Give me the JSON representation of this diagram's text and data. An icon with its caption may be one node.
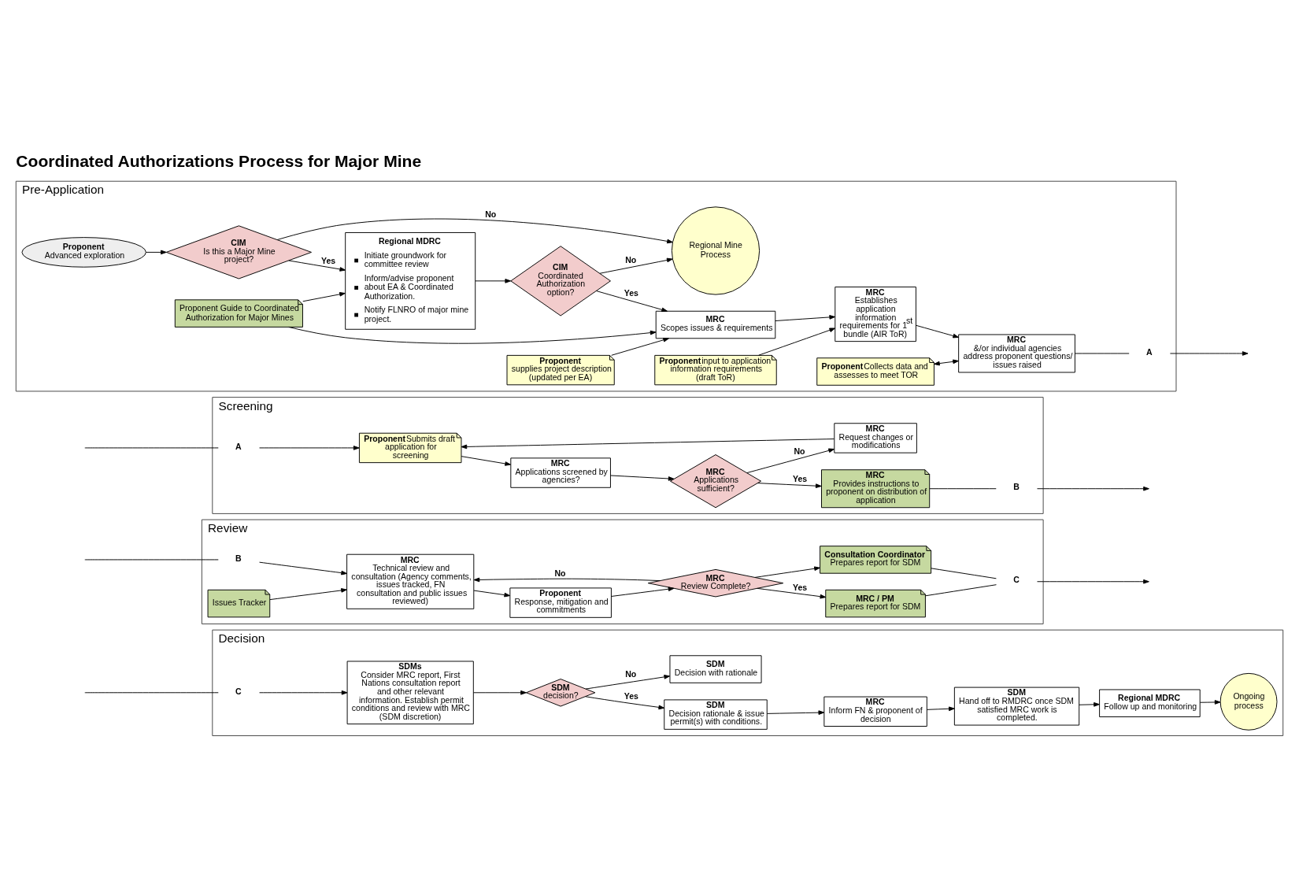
{
  "diagram": {
    "title": "Coordinated Authorizations Process for Major Mine",
    "nodes": [
      {
        "text": [
          "Pre-Application"
        ]
      },
      {
        "text": [
          "Proponent",
          "Advanced exploration"
        ],
        "in": 0
      },
      {
        "text": [
          "CIM",
          "Is this a Major Mine project?"
        ],
        "in": 0
      },
      {
        "text": [
          "Regional Mine Process"
        ],
        "in": 0
      },
      {
        "text": [
          "Regional MDRC",
          "Initiate groundwork for committee review",
          "Inform/advise proponent about EA & Coordinated Authorization.",
          "Notify FLNRO of major mine project."
        ],
        "in": 0
      },
      {
        "text": [
          "Proponent Guide to Coordinated Authorization for Major Mines"
        ],
        "in": 0
      },
      {
        "text": [
          "CIM",
          "Coordinated Authorization option?"
        ],
        "in": 0
      },
      {
        "text": [
          "Proponent",
          "supplies project description (updated per EA)"
        ],
        "in": 0
      },
      {
        "text": [
          "MRC",
          "Scopes issues & requirements"
        ],
        "in": 0
      },
      {
        "text": [
          "MRC",
          "Establishes application information requirements for 1$^{st}$ bundle (AIR ToR)"
        ],
        "in": 0
      },
      {
        "text": [
          "Proponent",
          "input to application information requirements (draft ToR)"
        ],
        "in": 0
      },
      {
        "text": [
          "MRC",
          "&/or individual agencies address proponent questions/ issues raised"
        ],
        "in": 0
      },
      {
        "text": [
          "Proponent",
          "Collects data and assesses to meet TOR"
        ],
        "in": 0
      },
      {
        "text": [
          "A"
        ],
        "in": 0
      },
      {
        "text": [
          "Screening"
        ]
      },
      {
        "text": [
          "A"
        ],
        "in": 14
      },
      {
        "text": [
          "Proponent",
          "Submits draft application for screening"
        ],
        "in": 14
      },
      {
        "text": [
          "MRC",
          "Applications screened by agencies?"
        ],
        "in": 14
      },
      {
        "text": [
          "MRC",
          "Applications sufficient?"
        ],
        "in": 14
      },
      {
        "text": [
          "MRC",
          "Provides instructions to proponent on distribution of application"
        ],
        "in": 14
      },
      {
        "text": [
          "MRC",
          "Request changes or modifications"
        ],
        "in": 14
      },
      {
        "text": [
          "B"
        ],
        "in": 14
      },
      {
        "text": [
          "Review"
        ]
      },
      {
        "text": [
          "B"
        ],
        "in": 22
      },
      {
        "text": [
          "MRC",
          "Technical review and consultation (Agency comments, issues tracked, FN consultation and public issues reviewed)"
        ],
        "in": 22
      },
      {
        "text": [
          "Issues Tracker"
        ],
        "in": 22
      },
      {
        "text": [
          "Proponent",
          "Response, mitigation and commitments"
        ],
        "in": 22
      },
      {
        "text": [
          "MRC",
          "Review Complete?"
        ],
        "in": 22
      },
      {
        "text": [
          "MRC / PM",
          "Prepares report for SDM"
        ],
        "in": 22
      },
      {
        "text": [
          "Consultation Coordinator",
          "Prepares report for SDM"
        ],
        "in": 22
      },
      {
        "text": [
          "C"
        ],
        "in": 22
      },
      {
        "text": [
          "Decision"
        ]
      },
      {
        "text": [
          "C"
        ],
        "in": 31
      },
      {
        "text": [
          "SDMs",
          "Consider MRC report, First Nations consultation report and other relevant information. Establish permit conditions and review with MRC (SDM discretion)"
        ],
        "in": 31
      },
      {
        "text": [
          "SDM",
          "decision?"
        ],
        "in": 31
      },
      {
        "text": [
          "SDM",
          "Decision rationale & issue permit(s) with conditions."
        ],
        "in": 31
      },
      {
        "text": [
          "SDM",
          "Decision with rationale"
        ],
        "in": 31
      },
      {
        "text": [
          "MRC",
          "Inform FN & proponent of decision"
        ],
        "in": 31
      },
      {
        "text": [
          "SDM",
          "Hand off to RMDRC once SDM satisfied MRC work is completed."
        ],
        "in": 31
      },
      {
        "text": [
          "Regional MDRC",
          "Follow up and monitoring"
        ],
        "in": 31
      },
      {
        "text": [
          "Ongoing process"
        ],
        "in": 31
      }
    ],
    "edges": [
      {
        "from": 1,
        "to": 2,
        "arrow": "to"
      },
      {
        "from": 2,
        "to": 4,
        "arrow": "to",
        "label": "Yes"
      },
      {
        "from": 2,
        "to": 3,
        "arrow": "to",
        "label": "No"
      },
      {
        "from": 5,
        "to": 4,
        "arrow": "to"
      },
      {
        "from": 5,
        "to": 8,
        "arrow": "to"
      },
      {
        "from": 4,
        "to": 6,
        "arrow": "to"
      },
      {
        "from": 6,
        "to": 8,
        "arrow": "to",
        "label": "Yes"
      },
      {
        "from": 6,
        "to": 3,
        "arrow": "to",
        "label": "No"
      },
      {
        "from": 7,
        "to": 8,
        "arrow": "to"
      },
      {
        "from": 8,
        "to": 9,
        "arrow": "to"
      },
      {
        "from": 10,
        "to": 9,
        "arrow": "to"
      },
      {
        "from": 9,
        "to": 11,
        "arrow": "to"
      },
      {
        "from": 12,
        "to": 11,
        "arrow": "both"
      },
      {
        "from": 11,
        "to": 13,
        "arrow": "none"
      },
      {
        "from": 13,
        "to": null,
        "arrow": "to"
      },
      {
        "from": null,
        "to": 15,
        "arrow": "none"
      },
      {
        "from": 15,
        "to": 16,
        "arrow": "to"
      },
      {
        "from": 16,
        "to": 17,
        "arrow": "to"
      },
      {
        "from": 17,
        "to": 18,
        "arrow": "to"
      },
      {
        "from": 18,
        "to": 19,
        "arrow": "to",
        "label": "Yes"
      },
      {
        "from": 18,
        "to": 20,
        "arrow": "to",
        "label": "No"
      },
      {
        "from": 20,
        "to": 16,
        "arrow": "to"
      },
      {
        "from": 19,
        "to": 21,
        "arrow": "none"
      },
      {
        "from": 21,
        "to": null,
        "arrow": "to"
      },
      {
        "from": null,
        "to": 23,
        "arrow": "none"
      },
      {
        "from": 23,
        "to": 24,
        "arrow": "to"
      },
      {
        "from": 25,
        "to": 24,
        "arrow": "to"
      },
      {
        "from": 24,
        "to": 26,
        "arrow": "to"
      },
      {
        "from": 26,
        "to": 27,
        "arrow": "to"
      },
      {
        "from": 27,
        "to": 24,
        "arrow": "to",
        "label": "No"
      },
      {
        "from": 27,
        "to": 28,
        "arrow": "to",
        "label": "Yes"
      },
      {
        "from": 27,
        "to": 29,
        "arrow": "to"
      },
      {
        "from": 28,
        "to": 30,
        "arrow": "none"
      },
      {
        "from": 29,
        "to": 30,
        "arrow": "none"
      },
      {
        "from": 30,
        "to": null,
        "arrow": "to"
      },
      {
        "from": null,
        "to": 32,
        "arrow": "none"
      },
      {
        "from": 32,
        "to": 33,
        "arrow": "to"
      },
      {
        "from": 33,
        "to": 34,
        "arrow": "to"
      },
      {
        "from": 34,
        "to": 35,
        "arrow": "to",
        "label": "Yes"
      },
      {
        "from": 34,
        "to": 36,
        "arrow": "to",
        "label": "No"
      },
      {
        "from": 35,
        "to": 37,
        "arrow": "to"
      },
      {
        "from": 37,
        "to": 38,
        "arrow": "to"
      },
      {
        "from": 38,
        "to": 39,
        "arrow": "to"
      },
      {
        "from": 39,
        "to": 40,
        "arrow": "to"
      }
    ]
  }
}
